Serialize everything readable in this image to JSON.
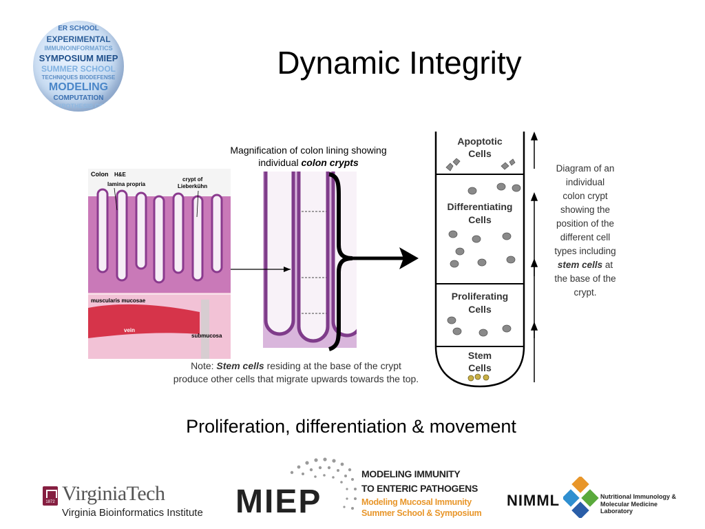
{
  "slide": {
    "title": "Dynamic Integrity",
    "caption": "Proliferation, differentiation & movement"
  },
  "symposium_logo": {
    "words": [
      "ER SCHOOL",
      "EXPERIMENTAL",
      "IMMUNOINFORMATICS",
      "SYMPOSIUM MIEP",
      "SUMMER SCHOOL",
      "TECHNIQUES BIODEFENSE",
      "MODELING",
      "COMPUTATION",
      "HYPOTHESIS CO"
    ]
  },
  "figure": {
    "magnification_label_1": "Magnification of colon lining showing",
    "magnification_label_2": "individual",
    "magnification_label_em": "colon crypts",
    "histology": {
      "colon": "Colon",
      "he": "H&E",
      "lamina_propria": "lamina propria",
      "crypt_1": "crypt of",
      "crypt_2": "Lieberkühn",
      "muscularis": "muscularis mucosae",
      "vein": "vein",
      "submucosa": "submucosa"
    },
    "note_prefix": "Note: ",
    "note_em": "Stem cells",
    "note_rest_1": " residing at the base of the crypt",
    "note_line_2": "produce other cells that migrate upwards towards the top.",
    "crypt_zones": [
      {
        "line1": "Apoptotic",
        "line2": "Cells"
      },
      {
        "line1": "Differentiating",
        "line2": "Cells"
      },
      {
        "line1": "Proliferating",
        "line2": "Cells"
      },
      {
        "line1": "Stem",
        "line2": "Cells"
      }
    ],
    "diagram_text": {
      "l1": "Diagram of an",
      "l2": "individual",
      "l3": "colon crypt",
      "l4": "showing the",
      "l5": "position of the",
      "l6": "different cell",
      "l7": "types including",
      "l8_em": "stem cells",
      "l8_rest": " at",
      "l9": "the base of the",
      "l10": "crypt."
    }
  },
  "footer": {
    "vt": {
      "year": "1872",
      "name": "VirginiaTech",
      "sub": "Virginia Bioinformatics Institute"
    },
    "miep": {
      "word": "MIEP",
      "line1": "MODELING IMMUNITY",
      "line2": "TO ENTERIC PATHOGENS",
      "line3": "Modeling Mucosal Immunity",
      "line4": "Summer School & Symposium"
    },
    "nimml": {
      "word": "NIMML",
      "line1": "Nutritional Immunology &",
      "line2": "Molecular Medicine Laboratory"
    }
  },
  "colors": {
    "vt_maroon": "#861f41",
    "miep_orange": "#e8962a",
    "histology_purple": "#9a4a9c",
    "histology_pink": "#e59ac3",
    "vein_red": "#d6344a"
  }
}
